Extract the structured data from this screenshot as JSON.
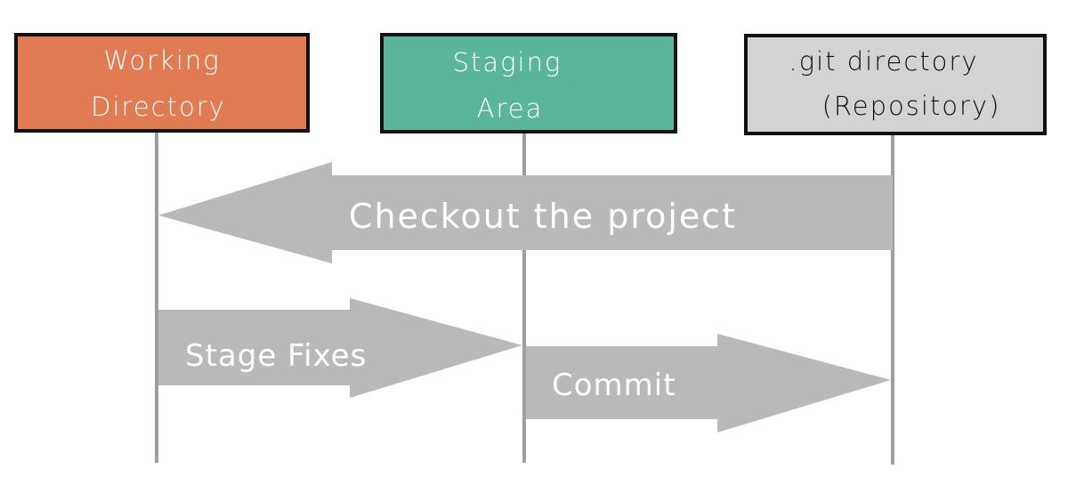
{
  "stages": [
    {
      "label_line1": "Working",
      "label_line2": "Directory",
      "color": "#E07B54",
      "text_color": "#ffffff"
    },
    {
      "label_line1": "Staging",
      "label_line2": "Area",
      "color": "#5BB59C",
      "text_color": "#ffffff"
    },
    {
      "label_line1": ".git directory",
      "label_line2": "(Repository)",
      "color": "#D3D3D3",
      "text_color": "#111111"
    }
  ],
  "arrows": {
    "checkout": {
      "label": "Checkout the project",
      "direction": "right-to-left"
    },
    "stage": {
      "label": "Stage Fixes",
      "direction": "left-to-right"
    },
    "commit": {
      "label": "Commit",
      "direction": "left-to-right"
    }
  },
  "colors": {
    "lifeline": "#9E9E9E",
    "arrow_fill": "#B8BABA",
    "box_border": "#111111"
  }
}
